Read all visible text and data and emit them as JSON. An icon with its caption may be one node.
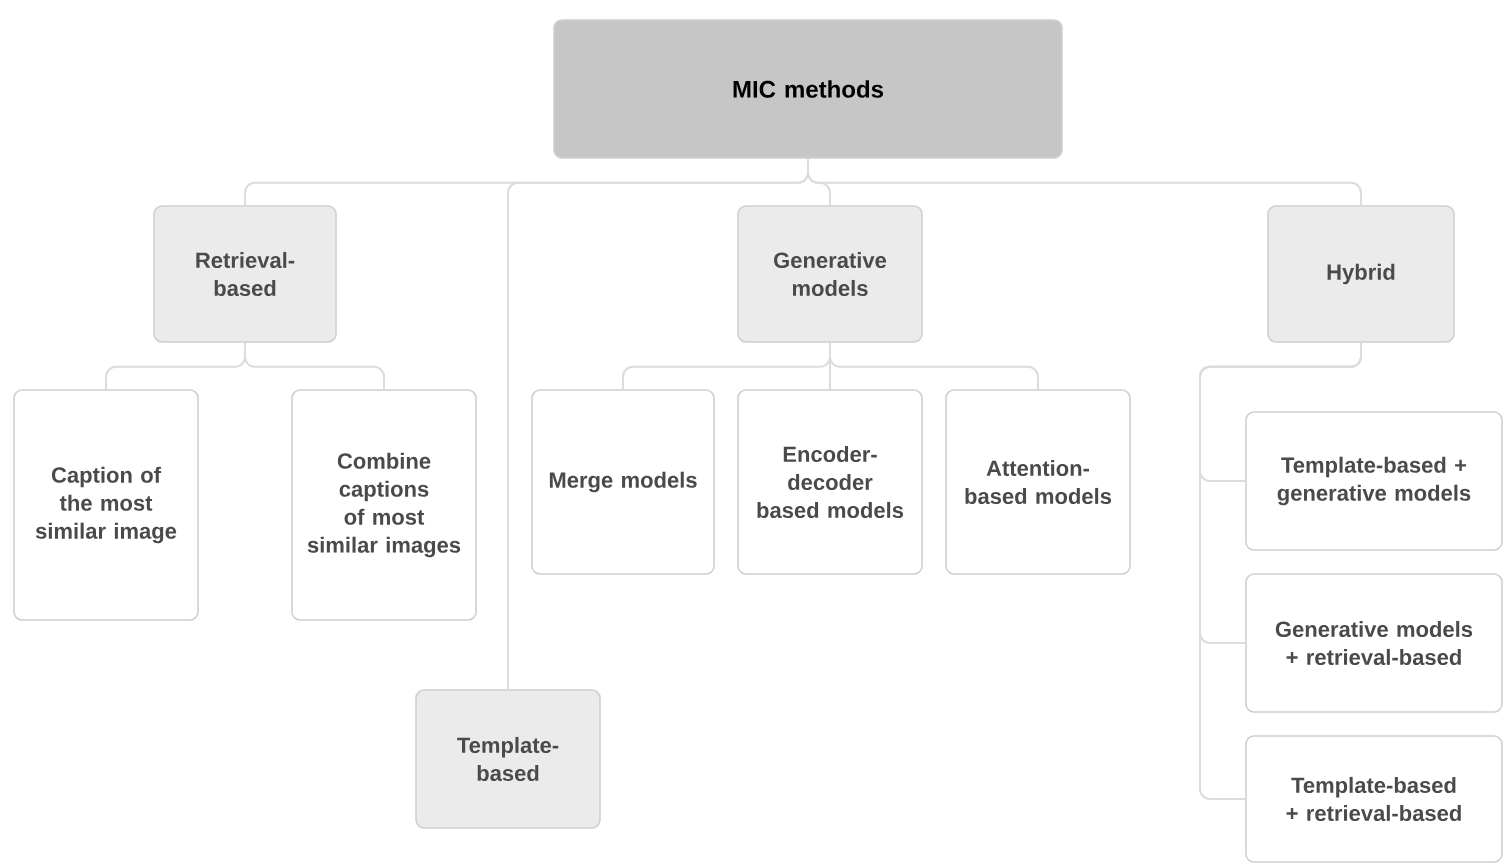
{
  "diagram": {
    "nodes": [
      {
        "text": [
          "MIC methods"
        ]
      },
      {
        "text": [
          "Retrieval-based"
        ]
      },
      {
        "text": [
          "Caption of the most similar image"
        ]
      },
      {
        "text": [
          "Combine captions of most similar images"
        ]
      },
      {
        "text": [
          "Template-based"
        ]
      },
      {
        "text": [
          "Generative models"
        ]
      },
      {
        "text": [
          "Merge models"
        ]
      },
      {
        "text": [
          "Encoder-decoder based models"
        ]
      },
      {
        "text": [
          "Attention-based models"
        ]
      },
      {
        "text": [
          "Hybrid"
        ]
      },
      {
        "text": [
          "Template-based + generative models"
        ]
      },
      {
        "text": [
          "Generative models + retrieval-based"
        ]
      },
      {
        "text": [
          "Template-based + retrieval-based"
        ]
      }
    ],
    "edges": [
      {
        "from": 0,
        "to": 1,
        "arrow": "none"
      },
      {
        "from": 0,
        "to": 4,
        "arrow": "none"
      },
      {
        "from": 0,
        "to": 5,
        "arrow": "none"
      },
      {
        "from": 0,
        "to": 9,
        "arrow": "none"
      },
      {
        "from": 1,
        "to": 2,
        "arrow": "none"
      },
      {
        "from": 1,
        "to": 3,
        "arrow": "none"
      },
      {
        "from": 5,
        "to": 6,
        "arrow": "none"
      },
      {
        "from": 5,
        "to": 7,
        "arrow": "none"
      },
      {
        "from": 5,
        "to": 8,
        "arrow": "none"
      },
      {
        "from": 9,
        "to": 10,
        "arrow": "none"
      },
      {
        "from": 9,
        "to": 11,
        "arrow": "none"
      },
      {
        "from": 9,
        "to": 12,
        "arrow": "none"
      }
    ]
  }
}
